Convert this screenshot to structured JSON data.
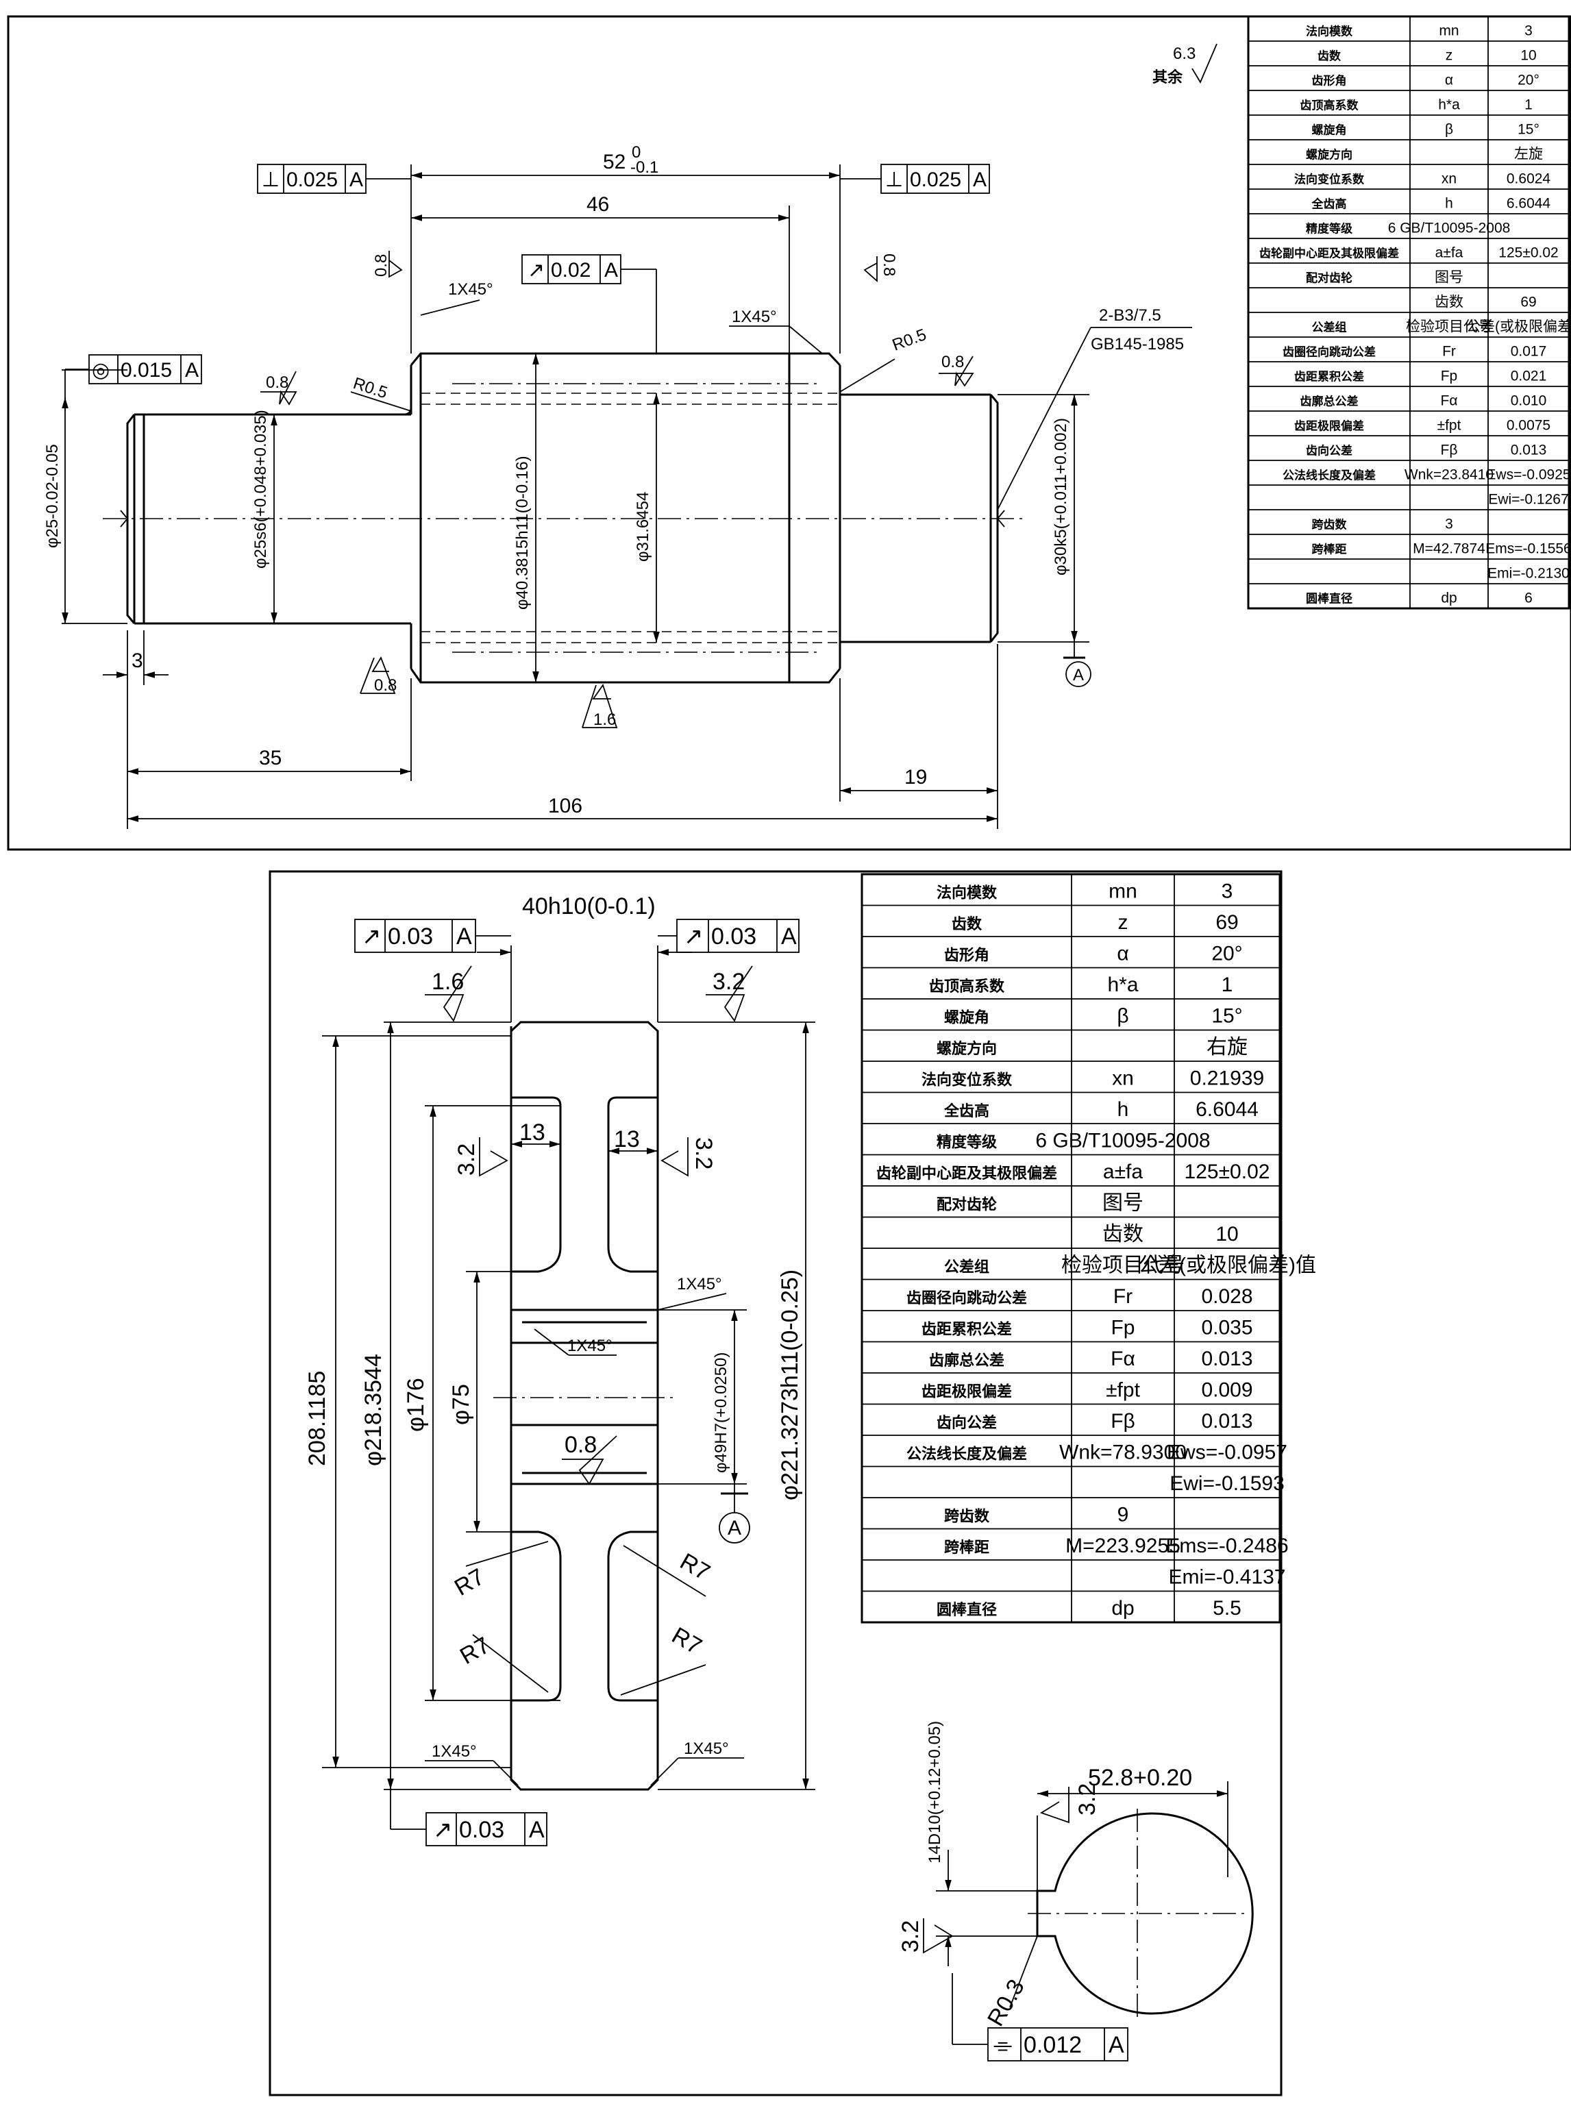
{
  "shaft": {
    "roughness_other_value": "6.3",
    "roughness_other_label": "其余",
    "dim_total_length": "106",
    "dim_left_length": "35",
    "dim_right_length": "19",
    "dim_gear_width": "52",
    "dim_gear_width_tol": [
      "0",
      "-0.1"
    ],
    "dim_gear_inner": "46",
    "dim_step": "3",
    "dia_left": "φ25-0.02-0.05",
    "dia_journal": "φ25s6(+0.048+0.035)",
    "dia_tip": "φ40.3815h11(0-0.16)",
    "dia_root": "φ31.6454",
    "dia_right": "φ30k5(+0.011+0.002)",
    "chamfer_left": "1X45°",
    "chamfer_right": "1X45°",
    "radius_left": "R0.5",
    "radius_right": "R0.5",
    "center_hole": "2-B3/7.5",
    "center_hole_std": "GB145-1985",
    "roughness_values": [
      "0.8",
      "0.8",
      "0.8",
      "0.8",
      "0.8",
      "1.6"
    ],
    "datum": "A",
    "gdt": [
      {
        "sym": "⊥",
        "val": "0.025",
        "datum": "A"
      },
      {
        "sym": "⊥",
        "val": "0.025",
        "datum": "A"
      },
      {
        "sym": "↗",
        "val": "0.02",
        "datum": "A"
      },
      {
        "sym": "◎",
        "val": "0.015",
        "datum": "A"
      }
    ]
  },
  "table1": {
    "rows": [
      [
        "法向模数",
        "mn",
        "3"
      ],
      [
        "齿数",
        "z",
        "10"
      ],
      [
        "齿形角",
        "α",
        "20°"
      ],
      [
        "齿顶高系数",
        "h*a",
        "1"
      ],
      [
        "螺旋角",
        "β",
        "15°"
      ],
      [
        "螺旋方向",
        "",
        "左旋"
      ],
      [
        "法向变位系数",
        "xn",
        "0.6024"
      ],
      [
        "全齿高",
        "h",
        "6.6044"
      ],
      [
        "精度等级",
        "6  GB/T10095-2008",
        ""
      ],
      [
        "齿轮副中心距及其极限偏差",
        "a±fa",
        "125±0.02"
      ],
      [
        "配对齿轮",
        "图号",
        ""
      ],
      [
        "",
        "齿数",
        "69"
      ],
      [
        "公差组",
        "检验项目代号",
        "公差(或极限偏差)值"
      ],
      [
        "齿圈径向跳动公差",
        "Fr",
        "0.017"
      ],
      [
        "齿距累积公差",
        "Fp",
        "0.021"
      ],
      [
        "齿廓总公差",
        "Fα",
        "0.010"
      ],
      [
        "齿距极限偏差",
        "±fpt",
        "0.0075"
      ],
      [
        "齿向公差",
        "Fβ",
        "0.013"
      ],
      [
        "公法线长度及偏差",
        "Wnk=23.8410",
        "Ews=-0.0925"
      ],
      [
        "",
        "",
        "Ewi=-0.1267"
      ],
      [
        "跨齿数",
        "3",
        ""
      ],
      [
        "跨棒距",
        "M=42.7874",
        "Ems=-0.1556"
      ],
      [
        "",
        "",
        "Emi=-0.2130"
      ],
      [
        "圆棒直径",
        "dp",
        "6"
      ]
    ]
  },
  "gear": {
    "dim_width": "40h10(0-0.1)",
    "dia_208": "208.1185",
    "dia_218": "φ218.3544",
    "dia_176": "φ176",
    "dia_75": "φ75",
    "dia_bore": "φ49H7(+0.0250)",
    "dia_tip": "φ221.3273h11(0-0.25)",
    "web_13a": "13",
    "web_13b": "13",
    "chamfer_a": "1X45°",
    "chamfer_b": "1X45°",
    "chamfer_c": "1X45°",
    "chamfer_d": "1X45°",
    "radius_labels": [
      "R7",
      "R7",
      "R7",
      "R7"
    ],
    "roughness_values": [
      "1.6",
      "3.2",
      "3.2",
      "3.2",
      "0.8"
    ],
    "datum": "A",
    "gdt": [
      {
        "sym": "↗",
        "val": "0.03",
        "datum": "A"
      },
      {
        "sym": "↗",
        "val": "0.03",
        "datum": "A"
      },
      {
        "sym": "↗",
        "val": "0.03",
        "datum": "A"
      }
    ]
  },
  "table2": {
    "rows": [
      [
        "法向模数",
        "mn",
        "3"
      ],
      [
        "齿数",
        "z",
        "69"
      ],
      [
        "齿形角",
        "α",
        "20°"
      ],
      [
        "齿顶高系数",
        "h*a",
        "1"
      ],
      [
        "螺旋角",
        "β",
        "15°"
      ],
      [
        "螺旋方向",
        "",
        "右旋"
      ],
      [
        "法向变位系数",
        "xn",
        "0.21939"
      ],
      [
        "全齿高",
        "h",
        "6.6044"
      ],
      [
        "精度等级",
        "6 GB/T10095-2008",
        ""
      ],
      [
        "齿轮副中心距及其极限偏差",
        "a±fa",
        "125±0.02"
      ],
      [
        "配对齿轮",
        "图号",
        ""
      ],
      [
        "",
        "齿数",
        "10"
      ],
      [
        "公差组",
        "检验项目代号",
        "公差(或极限偏差)值"
      ],
      [
        "齿圈径向跳动公差",
        "Fr",
        "0.028"
      ],
      [
        "齿距累积公差",
        "Fp",
        "0.035"
      ],
      [
        "齿廓总公差",
        "Fα",
        "0.013"
      ],
      [
        "齿距极限偏差",
        "±fpt",
        "0.009"
      ],
      [
        "齿向公差",
        "Fβ",
        "0.013"
      ],
      [
        "公法线长度及偏差",
        "Wnk=78.9300",
        "Ews=-0.0957"
      ],
      [
        "",
        "",
        "Ewi=-0.1593"
      ],
      [
        "跨齿数",
        "9",
        ""
      ],
      [
        "跨棒距",
        "M=223.9255",
        "Ems=-0.2486"
      ],
      [
        "",
        "",
        "Emi=-0.4137"
      ],
      [
        "圆棒直径",
        "dp",
        "5.5"
      ]
    ]
  },
  "keyway": {
    "dim_depth": "52.8+0.20",
    "dim_width": "14D10(+0.12+0.05)",
    "radius": "R0.3",
    "roughness_a": "3.2",
    "roughness_b": "3.2",
    "gdt": {
      "sym": "⌯",
      "val": "0.012",
      "datum": "A"
    }
  }
}
